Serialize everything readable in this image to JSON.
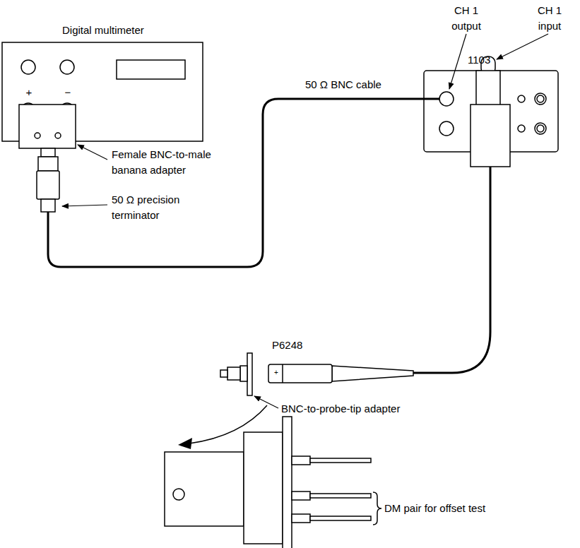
{
  "diagram": {
    "nodes": [
      {
        "text": [
          "Digital multimeter"
        ]
      },
      {
        "text": [
          "1103"
        ]
      }
    ],
    "edges": [
      {
        "from": 0,
        "to": 1,
        "arrow": "none",
        "label": "50 Ω BNC cable"
      }
    ],
    "labels": [
      "CH 1 output",
      "CH 1 input",
      "+",
      "−",
      "Female BNC-to-male banana adapter",
      "50 Ω precision terminator",
      "P6248",
      "BNC-to-probe-tip adapter",
      "DM pair for offset test",
      "+"
    ]
  }
}
